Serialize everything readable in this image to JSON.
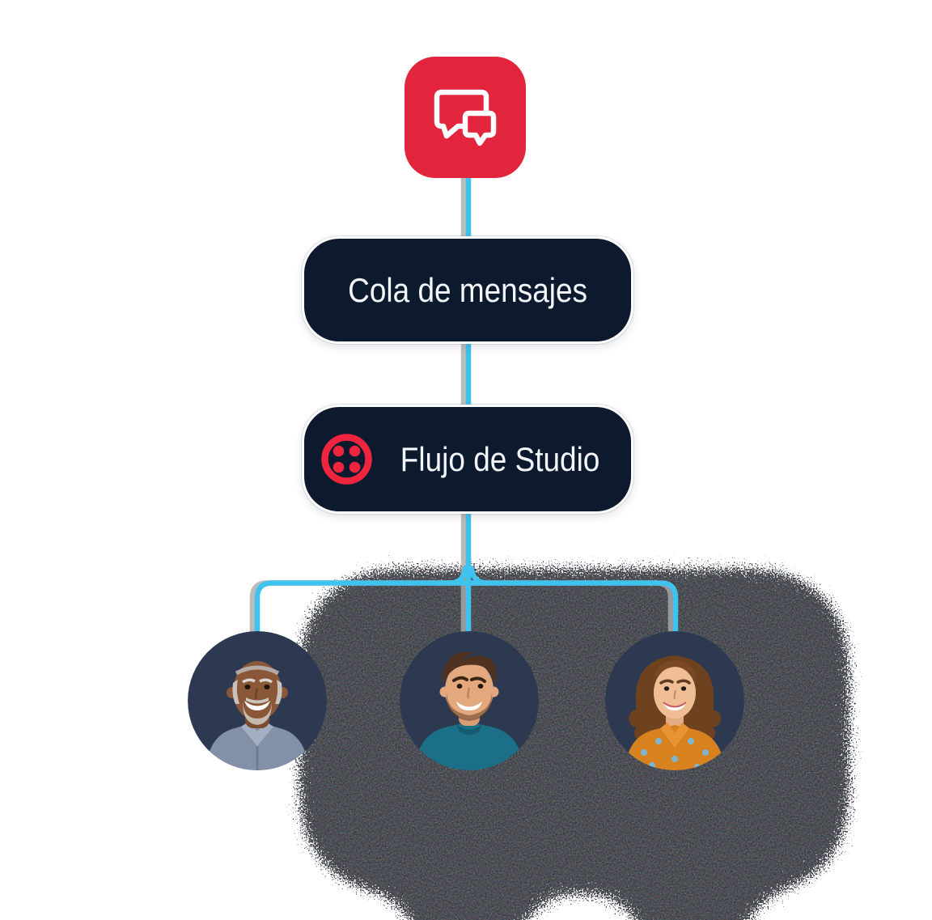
{
  "diagram": {
    "app_tile": {
      "icon": "chat-bubbles-icon"
    },
    "queue": {
      "label": "Cola de mensajes"
    },
    "studio": {
      "label": "Flujo de Studio",
      "icon": "twilio-logo-icon"
    },
    "agents": [
      {
        "name": "agent-avatar-older-man"
      },
      {
        "name": "agent-avatar-young-man"
      },
      {
        "name": "agent-avatar-woman"
      }
    ],
    "colors": {
      "background": "#FFFFFF",
      "node_fill": "#0D1A2E",
      "node_text": "#F3F6FA",
      "accent_red": "#E2243C",
      "logo_red": "#EF2540",
      "connector": "#3FC2EE",
      "connector_shadow": "#ABABAB",
      "avatar_background": "#2C3951",
      "glow_blob": "#141E2E"
    }
  }
}
